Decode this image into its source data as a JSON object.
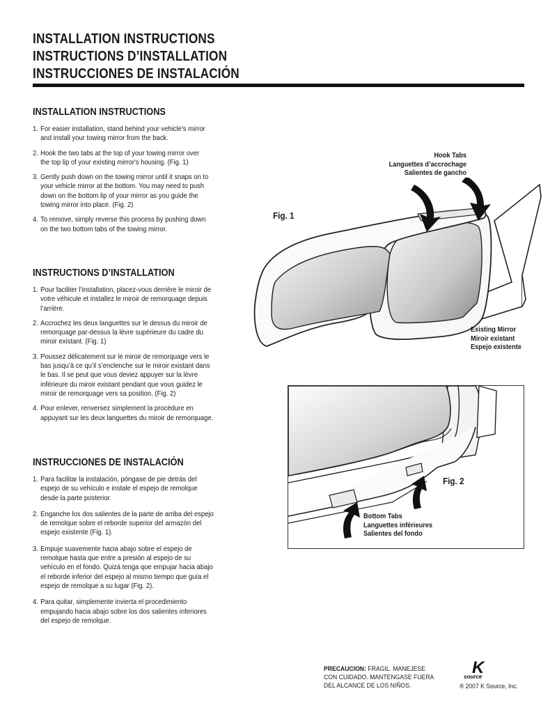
{
  "header": {
    "titles": [
      "INSTALLATION INSTRUCTIONS",
      "INSTRUCTIONS D’INSTALLATION",
      "INSTRUCCIONES DE INSTALACIÓN"
    ]
  },
  "sections": [
    {
      "heading": "INSTALLATION INSTRUCTIONS",
      "steps": [
        {
          "num": "1.",
          "lines": [
            "For easier installation, stand behind your vehicle's mirror",
            "and install your towing mirror from the back."
          ]
        },
        {
          "num": "2.",
          "lines": [
            "Hook the two tabs at the top of your towing mirror over",
            "the top lip of your existing mirror's housing. (Fig. 1)"
          ]
        },
        {
          "num": "3.",
          "lines": [
            "Gently push down on the towing mirror until it snaps on to",
            "your vehicle mirror at the bottom. You may need to push",
            "down on the bottom lip of your mirror as you guide the",
            "towing mirror into place. (Fig. 2)"
          ]
        },
        {
          "num": "4.",
          "lines": [
            "To remove, simply reverse this process by pushing down",
            "on the two bottom tabs of the towing mirror."
          ]
        }
      ]
    },
    {
      "heading": "INSTRUCTIONS D’INSTALLATION",
      "steps": [
        {
          "num": "1.",
          "lines": [
            "Pour faciliter l’installation, placez-vous derrière le miroir de",
            "votre véhicule et installez le miroir de remorquage depuis",
            "l’arrière."
          ]
        },
        {
          "num": "2.",
          "lines": [
            "Accrochez les deux languettes sur le dessus du miroir de",
            "remorquage par-dessus la lèvre supérieure du cadre du",
            "miroir existant. (Fig. 1)"
          ]
        },
        {
          "num": "3.",
          "lines": [
            "Poussez délicatement sur le miroir de remorquage vers le",
            "bas jusqu’à ce qu’il s’enclenche sur le miroir existant dans",
            "le bas. Il se peut que vous deviez appuyer sur la lèvre",
            "inférieure du miroir existant pendant que vous guidez le",
            "miroir de remorquage vers sa position. (Fig. 2)"
          ]
        },
        {
          "num": "4.",
          "lines": [
            "Pour enlever, renversez simplement la procédure en",
            "appuyant sur les deux languettes du miroir de remorquage."
          ]
        }
      ]
    },
    {
      "heading": "INSTRUCCIONES DE INSTALACIÓN",
      "steps": [
        {
          "num": "1.",
          "lines": [
            "Para facilitar la instalación, póngase de pie detrás del",
            "espejo de su vehículo e instale el espejo de remolque",
            "desde la parte posterior."
          ]
        },
        {
          "num": "2.",
          "lines": [
            "Enganche los dos salientes de la parte de arriba del espejo",
            "de remolque sobre el reborde superior del armazón del",
            "espejo existente (Fig. 1)."
          ]
        },
        {
          "num": "3.",
          "lines": [
            "Empuje suavemente hacia abajo sobre el espejo de",
            "remolque hasta que entre a presión al espejo de su",
            "vehículo en el fondo. Quizá tenga que empujar hacia abajo",
            "el reborde inferior del espejo al mismo tiempo que guía el",
            "espejo de remolque a su lugar (Fig. 2)."
          ]
        },
        {
          "num": "4.",
          "lines": [
            "Para quitar, simplemente invierta el procedimiento",
            "empujando hacia abajo sobre los dos salientes inferiores",
            "del espejo de remolque."
          ]
        }
      ]
    }
  ],
  "figure1": {
    "label": "Fig. 1",
    "hook_tabs": [
      "Hook Tabs",
      "Languettes d’accrochage",
      "Salientes de gancho"
    ],
    "existing_mirror": [
      "Existing Mirror",
      "Miroir existant",
      "Espejo existente"
    ]
  },
  "figure2": {
    "label": "Fig. 2",
    "bottom_tabs": [
      "Bottom Tabs",
      "Languettes inférieures",
      "Salientes del fondo"
    ]
  },
  "footer": {
    "caution_label": "PRECAUCION:",
    "caution_lines": [
      "FRAGIL. MANEJESE",
      "CON CUIDADO. MANTENGASE FUERA",
      "DEL ALCANCE DE LOS NIÑOS."
    ],
    "copyright": "® 2007 K Source, Inc.",
    "logo_text": "K",
    "logo_sub": "source"
  }
}
